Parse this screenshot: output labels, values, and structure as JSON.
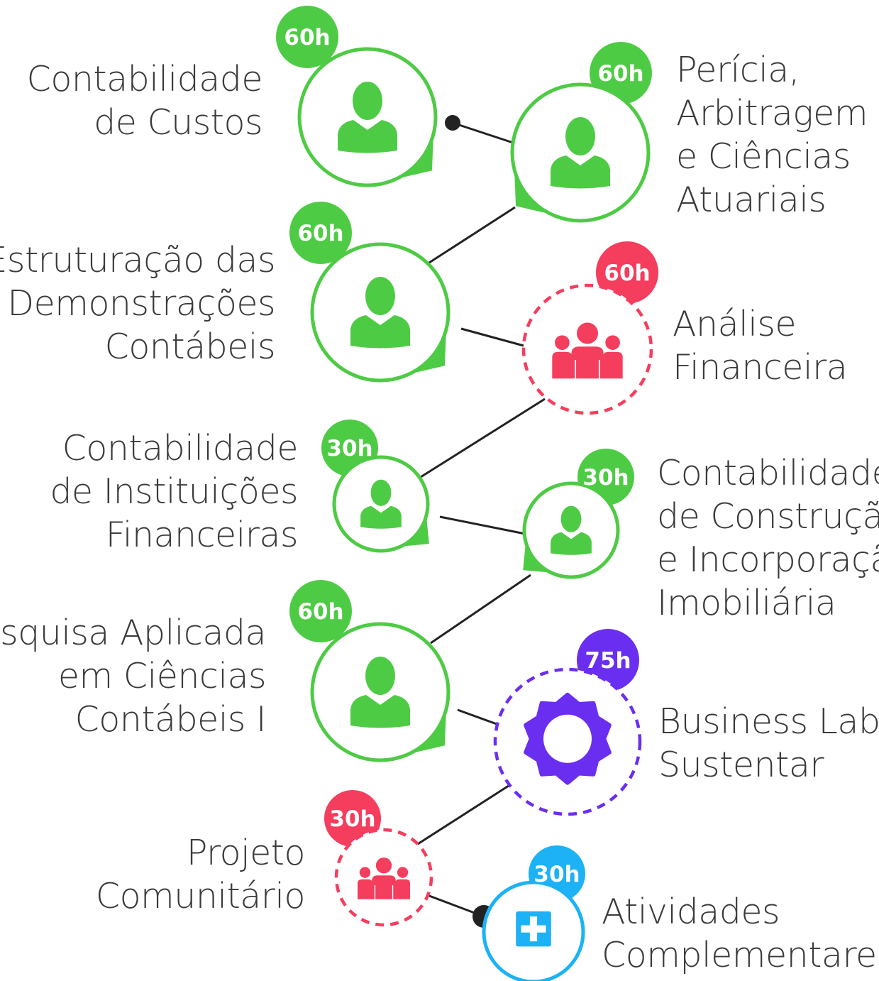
{
  "colors": {
    "green": "#4ECB44",
    "red": "#F53D5E",
    "purple": "#6A2EF0",
    "blue": "#1CB2F5",
    "line": "#222222",
    "text": "#3a3a3a"
  },
  "nodes": [
    {
      "id": "contabilidade-de-custos",
      "hours": "60h",
      "lines": [
        "Contabilidade",
        "de Custos"
      ],
      "color": "green",
      "style": "solid",
      "icon": "person-icon"
    },
    {
      "id": "pericia-arbitragem",
      "hours": "60h",
      "lines": [
        "Perícia,",
        "Arbitragem",
        "e Ciências",
        "Atuariais"
      ],
      "color": "green",
      "style": "solid",
      "icon": "person-icon"
    },
    {
      "id": "estruturacao-demonstracoes",
      "hours": "60h",
      "lines": [
        "Estruturação das",
        "Demonstrações",
        "Contábeis"
      ],
      "color": "green",
      "style": "solid",
      "icon": "person-icon"
    },
    {
      "id": "analise-financeira",
      "hours": "60h",
      "lines": [
        "Análise",
        "Financeira"
      ],
      "color": "red",
      "style": "dashed",
      "icon": "group-icon"
    },
    {
      "id": "contabilidade-instituicoes-financeiras",
      "hours": "30h",
      "lines": [
        "Contabilidade",
        "de Instituições",
        "Financeiras"
      ],
      "color": "green",
      "style": "solid",
      "icon": "person-icon"
    },
    {
      "id": "contabilidade-construcao",
      "hours": "30h",
      "lines": [
        "Contabilidade",
        "de Construção",
        "e Incorporação",
        "Imobiliária"
      ],
      "color": "green",
      "style": "solid",
      "icon": "person-icon"
    },
    {
      "id": "pesquisa-aplicada",
      "hours": "60h",
      "lines": [
        "Pesquisa Aplicada",
        "em Ciências",
        "Contábeis I"
      ],
      "color": "green",
      "style": "solid",
      "icon": "person-icon"
    },
    {
      "id": "business-lab",
      "hours": "75h",
      "lines": [
        "Business Lab -",
        "Sustentar"
      ],
      "color": "purple",
      "style": "dashed",
      "icon": "badge-icon"
    },
    {
      "id": "projeto-comunitario",
      "hours": "30h",
      "lines": [
        "Projeto",
        "Comunitário"
      ],
      "color": "red",
      "style": "dashed",
      "icon": "group-icon"
    },
    {
      "id": "atividades-complementares",
      "hours": "30h",
      "lines": [
        "Atividades",
        "Complementares"
      ],
      "color": "blue",
      "style": "solid",
      "icon": "plus-icon"
    }
  ]
}
